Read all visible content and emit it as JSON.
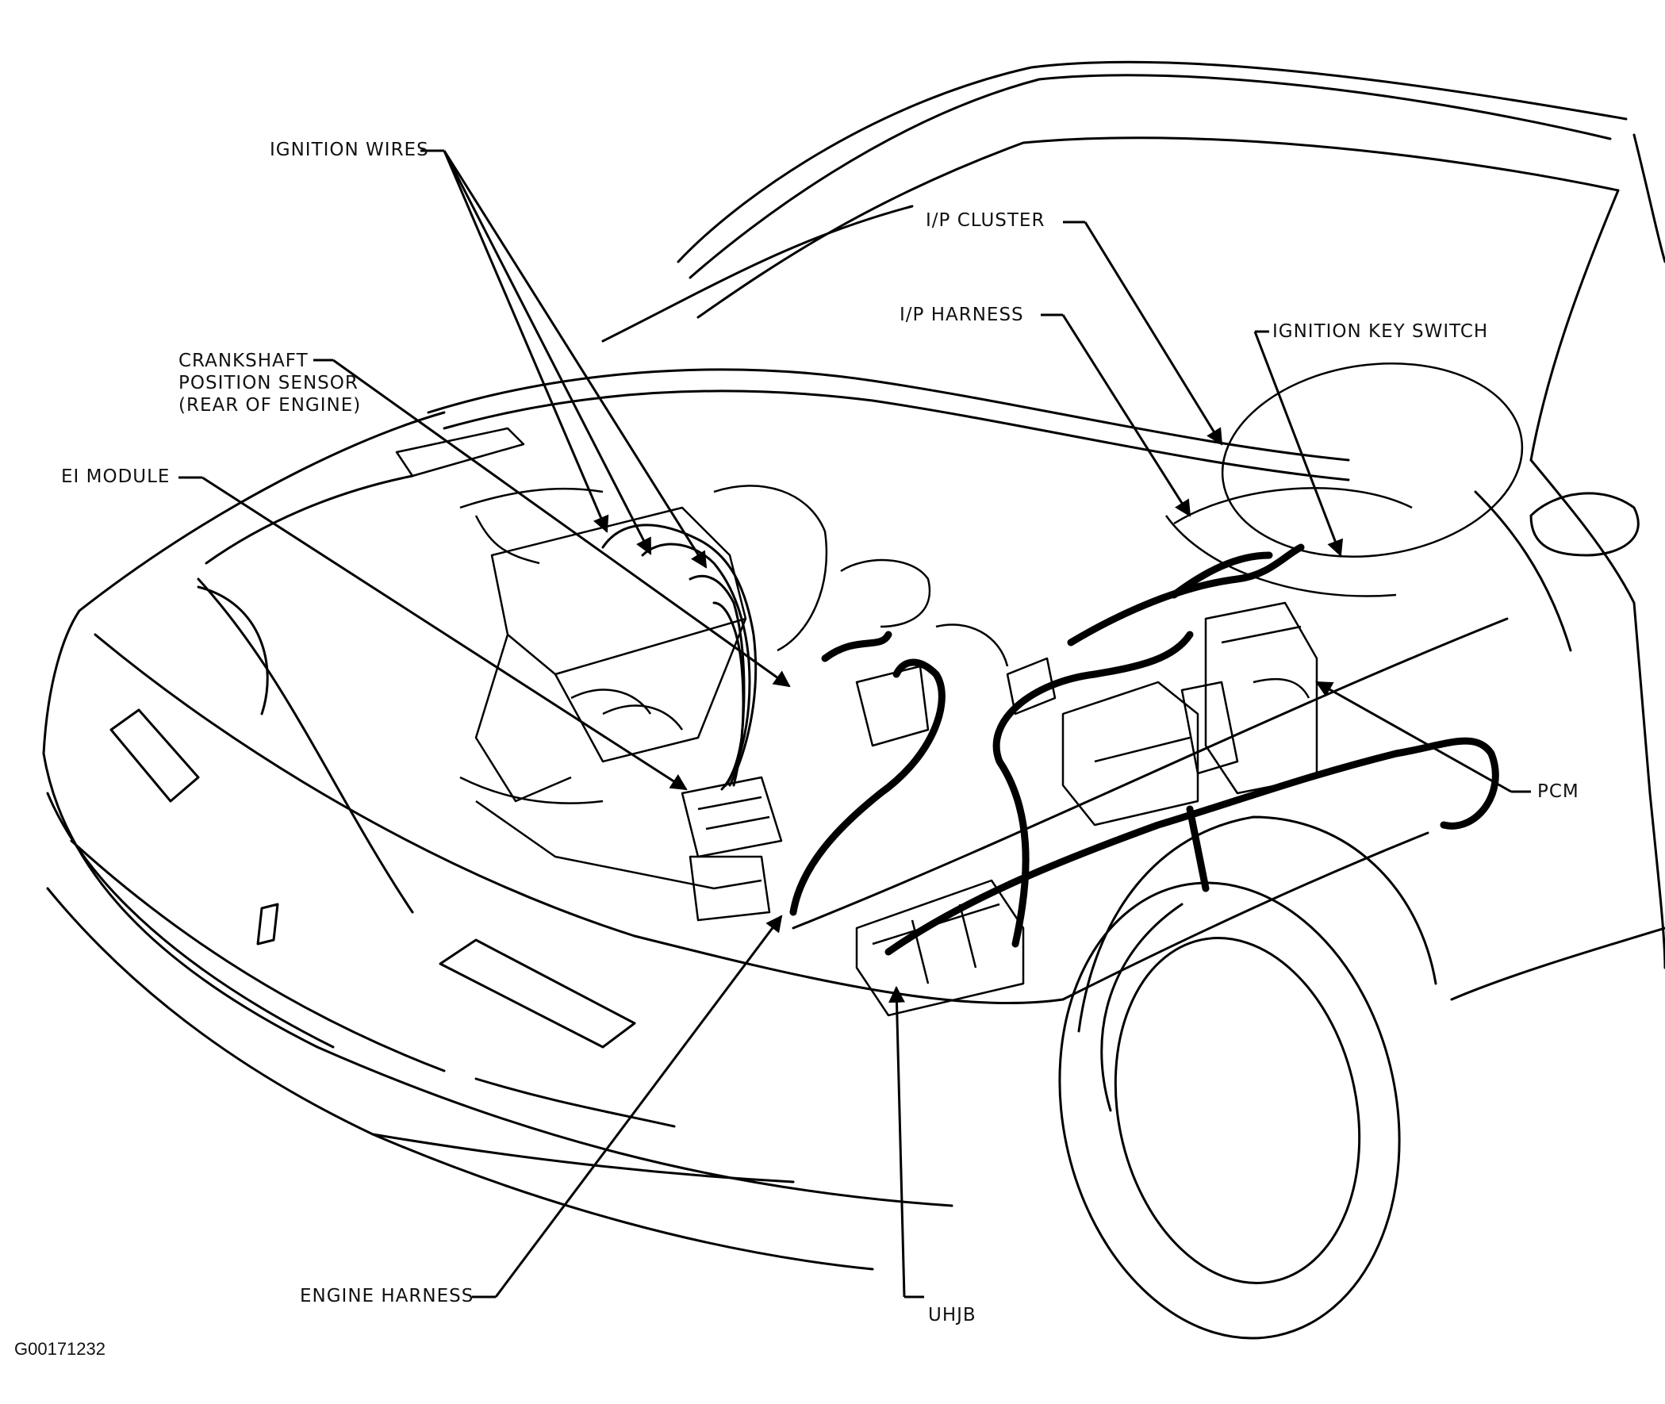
{
  "figure_id": "G00171232",
  "labels": {
    "ignition_wires": "IGNITION WIRES",
    "crankshaft_line1": "CRANKSHAFT",
    "crankshaft_line2": "POSITION SENSOR",
    "crankshaft_line3": "(REAR OF ENGINE)",
    "ei_module": "EI MODULE",
    "ip_cluster": "I/P CLUSTER",
    "ip_harness": "I/P HARNESS",
    "ignition_key_switch": "IGNITION KEY SWITCH",
    "pcm": "PCM",
    "engine_harness": "ENGINE HARNESS",
    "uhjb": "UHJB"
  }
}
